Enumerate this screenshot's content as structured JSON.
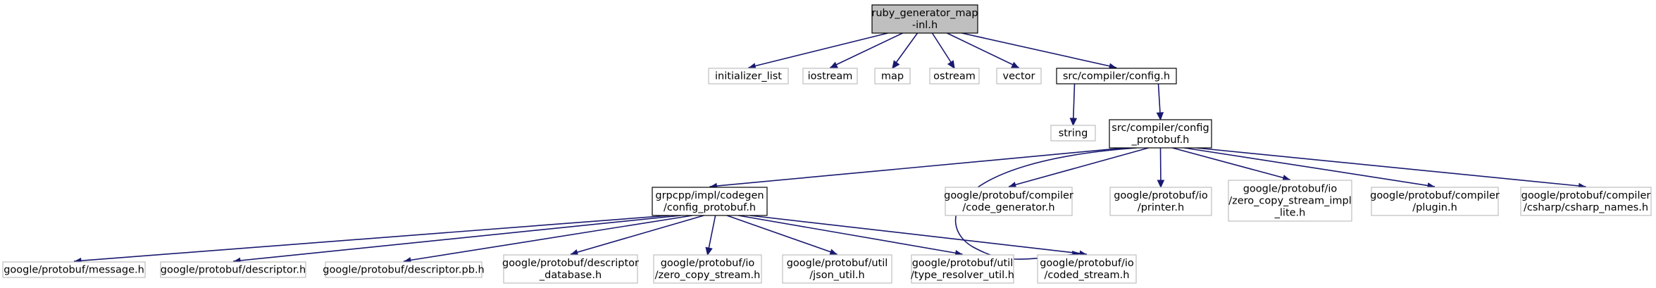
{
  "colors": {
    "edge": "#191970",
    "root_fill": "#bfbfbf",
    "node_border_dark": "#000000",
    "node_border_light": "#bfbfbf",
    "node_fill": "#ffffff"
  },
  "nodes": [
    {
      "id": "root",
      "lines": [
        "ruby_generator_map",
        "-inl.h"
      ],
      "style": "root"
    },
    {
      "id": "initializer_list",
      "lines": [
        "initializer_list"
      ],
      "style": "light"
    },
    {
      "id": "iostream",
      "lines": [
        "iostream"
      ],
      "style": "light"
    },
    {
      "id": "map",
      "lines": [
        "map"
      ],
      "style": "light"
    },
    {
      "id": "ostream",
      "lines": [
        "ostream"
      ],
      "style": "light"
    },
    {
      "id": "vector",
      "lines": [
        "vector"
      ],
      "style": "light"
    },
    {
      "id": "config_h",
      "lines": [
        "src/compiler/config.h"
      ],
      "style": "dark"
    },
    {
      "id": "string",
      "lines": [
        "string"
      ],
      "style": "light"
    },
    {
      "id": "config_protobuf",
      "lines": [
        "src/compiler/config",
        "_protobuf.h"
      ],
      "style": "dark"
    },
    {
      "id": "grpcpp_config",
      "lines": [
        "grpcpp/impl/codegen",
        "/config_protobuf.h"
      ],
      "style": "dark"
    },
    {
      "id": "code_generator",
      "lines": [
        "google/protobuf/compiler",
        "/code_generator.h"
      ],
      "style": "light"
    },
    {
      "id": "printer",
      "lines": [
        "google/protobuf/io",
        "/printer.h"
      ],
      "style": "light"
    },
    {
      "id": "zcs_impl_lite",
      "lines": [
        "google/protobuf/io",
        "/zero_copy_stream_impl",
        "_lite.h"
      ],
      "style": "light"
    },
    {
      "id": "plugin",
      "lines": [
        "google/protobuf/compiler",
        "/plugin.h"
      ],
      "style": "light"
    },
    {
      "id": "csharp_names",
      "lines": [
        "google/protobuf/compiler",
        "/csharp/csharp_names.h"
      ],
      "style": "light"
    },
    {
      "id": "message",
      "lines": [
        "google/protobuf/message.h"
      ],
      "style": "light"
    },
    {
      "id": "descriptor",
      "lines": [
        "google/protobuf/descriptor.h"
      ],
      "style": "light"
    },
    {
      "id": "descriptor_pb",
      "lines": [
        "google/protobuf/descriptor.pb.h"
      ],
      "style": "light"
    },
    {
      "id": "descriptor_database",
      "lines": [
        "google/protobuf/descriptor",
        "_database.h"
      ],
      "style": "light"
    },
    {
      "id": "zero_copy_stream",
      "lines": [
        "google/protobuf/io",
        "/zero_copy_stream.h"
      ],
      "style": "light"
    },
    {
      "id": "json_util",
      "lines": [
        "google/protobuf/util",
        "/json_util.h"
      ],
      "style": "light"
    },
    {
      "id": "type_resolver_util",
      "lines": [
        "google/protobuf/util",
        "/type_resolver_util.h"
      ],
      "style": "light"
    },
    {
      "id": "coded_stream",
      "lines": [
        "google/protobuf/io",
        "/coded_stream.h"
      ],
      "style": "light"
    }
  ],
  "edges": [
    [
      "root",
      "initializer_list"
    ],
    [
      "root",
      "iostream"
    ],
    [
      "root",
      "map"
    ],
    [
      "root",
      "ostream"
    ],
    [
      "root",
      "vector"
    ],
    [
      "root",
      "config_h"
    ],
    [
      "config_h",
      "string"
    ],
    [
      "config_h",
      "config_protobuf"
    ],
    [
      "config_protobuf",
      "grpcpp_config"
    ],
    [
      "config_protobuf",
      "coded_stream"
    ],
    [
      "config_protobuf",
      "code_generator"
    ],
    [
      "config_protobuf",
      "printer"
    ],
    [
      "config_protobuf",
      "zcs_impl_lite"
    ],
    [
      "config_protobuf",
      "plugin"
    ],
    [
      "config_protobuf",
      "csharp_names"
    ],
    [
      "grpcpp_config",
      "message"
    ],
    [
      "grpcpp_config",
      "descriptor"
    ],
    [
      "grpcpp_config",
      "descriptor_pb"
    ],
    [
      "grpcpp_config",
      "descriptor_database"
    ],
    [
      "grpcpp_config",
      "zero_copy_stream"
    ],
    [
      "grpcpp_config",
      "json_util"
    ],
    [
      "grpcpp_config",
      "type_resolver_util"
    ],
    [
      "grpcpp_config",
      "coded_stream"
    ]
  ]
}
